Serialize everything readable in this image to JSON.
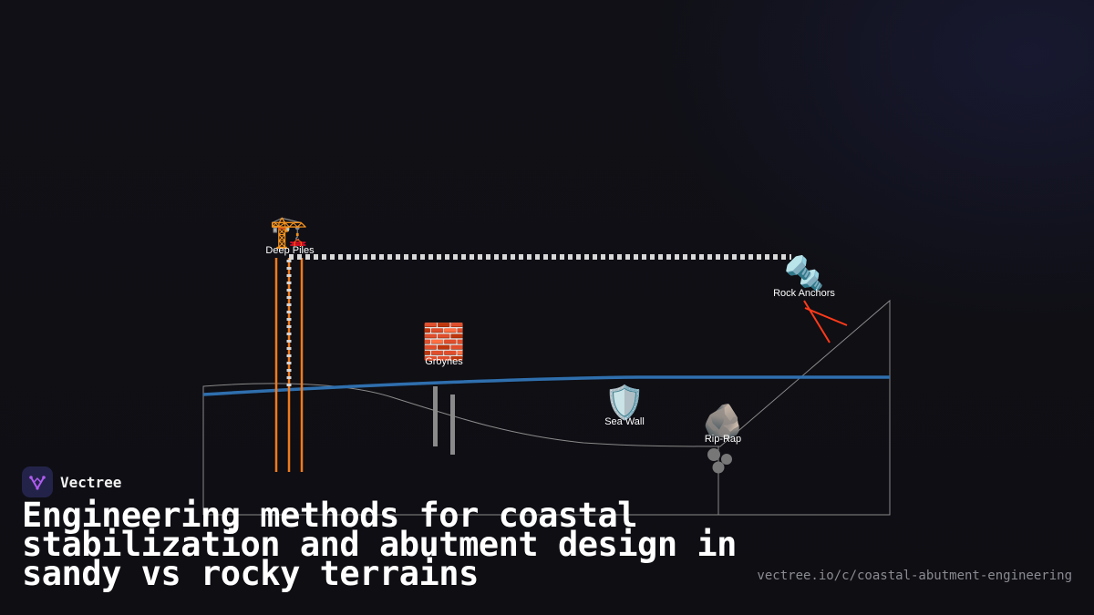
{
  "brand": {
    "name": "Vectree",
    "accent": "#b05cf0",
    "logo_bg": "#23234a"
  },
  "headline": "Engineering methods for coastal stabilization and abutment design in sandy vs rocky terrains",
  "url": "vectree.io/c/coastal-abutment-engineering",
  "diagram": {
    "labels": {
      "deep_piles": "Deep Piles",
      "groynes": "Groynes",
      "sea_wall": "Sea Wall",
      "rip_rap": "Rip-Rap",
      "rock_anchors": "Rock Anchors"
    },
    "icons": {
      "deep_piles": "🏗️",
      "groynes": "🧱",
      "sea_wall": "🛡️",
      "rip_rap": "🪨",
      "rock_anchors": "🔩"
    },
    "colors": {
      "water": "#2f6fae",
      "piles": "#f07a1e",
      "anchors": "#ff3a1a",
      "terrain": "#8a8a8a",
      "bridge": "#d8d8d8",
      "groynes": "#8a8a8a",
      "riprap": "#777777"
    }
  }
}
